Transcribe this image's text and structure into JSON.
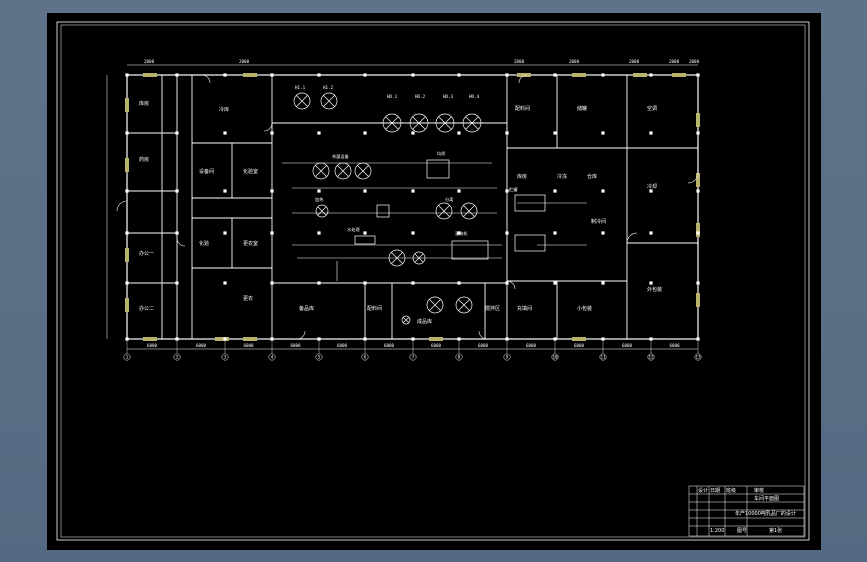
{
  "colors": {
    "background": "#5a6e85",
    "sheet": "#000000",
    "lines": "#ffffff",
    "windows": "#b7b36a"
  },
  "rooms": {
    "top_left": "库房",
    "top_left2": "药房",
    "cold_store": "冷库",
    "mid_left": "设备间",
    "lab": "化验室",
    "mid_left2": "化验",
    "office1": "办公一",
    "office2": "办公二",
    "small_a": "更衣室",
    "small_b": "更衣",
    "lower_mid": "备品库",
    "lower_center": "成品库",
    "storage": "配料间",
    "mixing": "搅拌区",
    "right1": "配料间",
    "right2": "储罐",
    "right3": "空调",
    "right4": "库房",
    "right5": "冷冻",
    "right6": "制冷间",
    "right7": "冷却",
    "right8": "充填间",
    "right9": "小包装",
    "right10": "外包装",
    "right11": "仓库"
  },
  "equipment": {
    "top": [
      "HD.1",
      "HD.2",
      "HD.3",
      "HD.4"
    ],
    "top_left": [
      "H1.1",
      "H1.2"
    ],
    "sterilize": "杀菌设备",
    "heating": "加热",
    "homog": "均质",
    "sep": "分离",
    "tank": "贮罐",
    "filler": "灌装机",
    "center_label": "水处理"
  },
  "dimensions": {
    "top": [
      "2000",
      "2000",
      "2000",
      "2000",
      "2000",
      "2000",
      "2000"
    ],
    "bottom": [
      "6000",
      "6000",
      "6000",
      "6000",
      "6000",
      "6000",
      "6000",
      "6000",
      "6000",
      "6000",
      "6000",
      "6000"
    ]
  },
  "axes": [
    "1",
    "2",
    "3",
    "4",
    "5",
    "6",
    "7",
    "8",
    "9",
    "10",
    "11",
    "12",
    "13"
  ],
  "title_block": {
    "row1": [
      "设计",
      "日期",
      "班级",
      "审核"
    ],
    "project": "年产10000吨乳品厂的设计",
    "drawing": "车间平面图",
    "scale": "1:200",
    "sheet_no": "图号",
    "sheet_total": "第1张"
  }
}
